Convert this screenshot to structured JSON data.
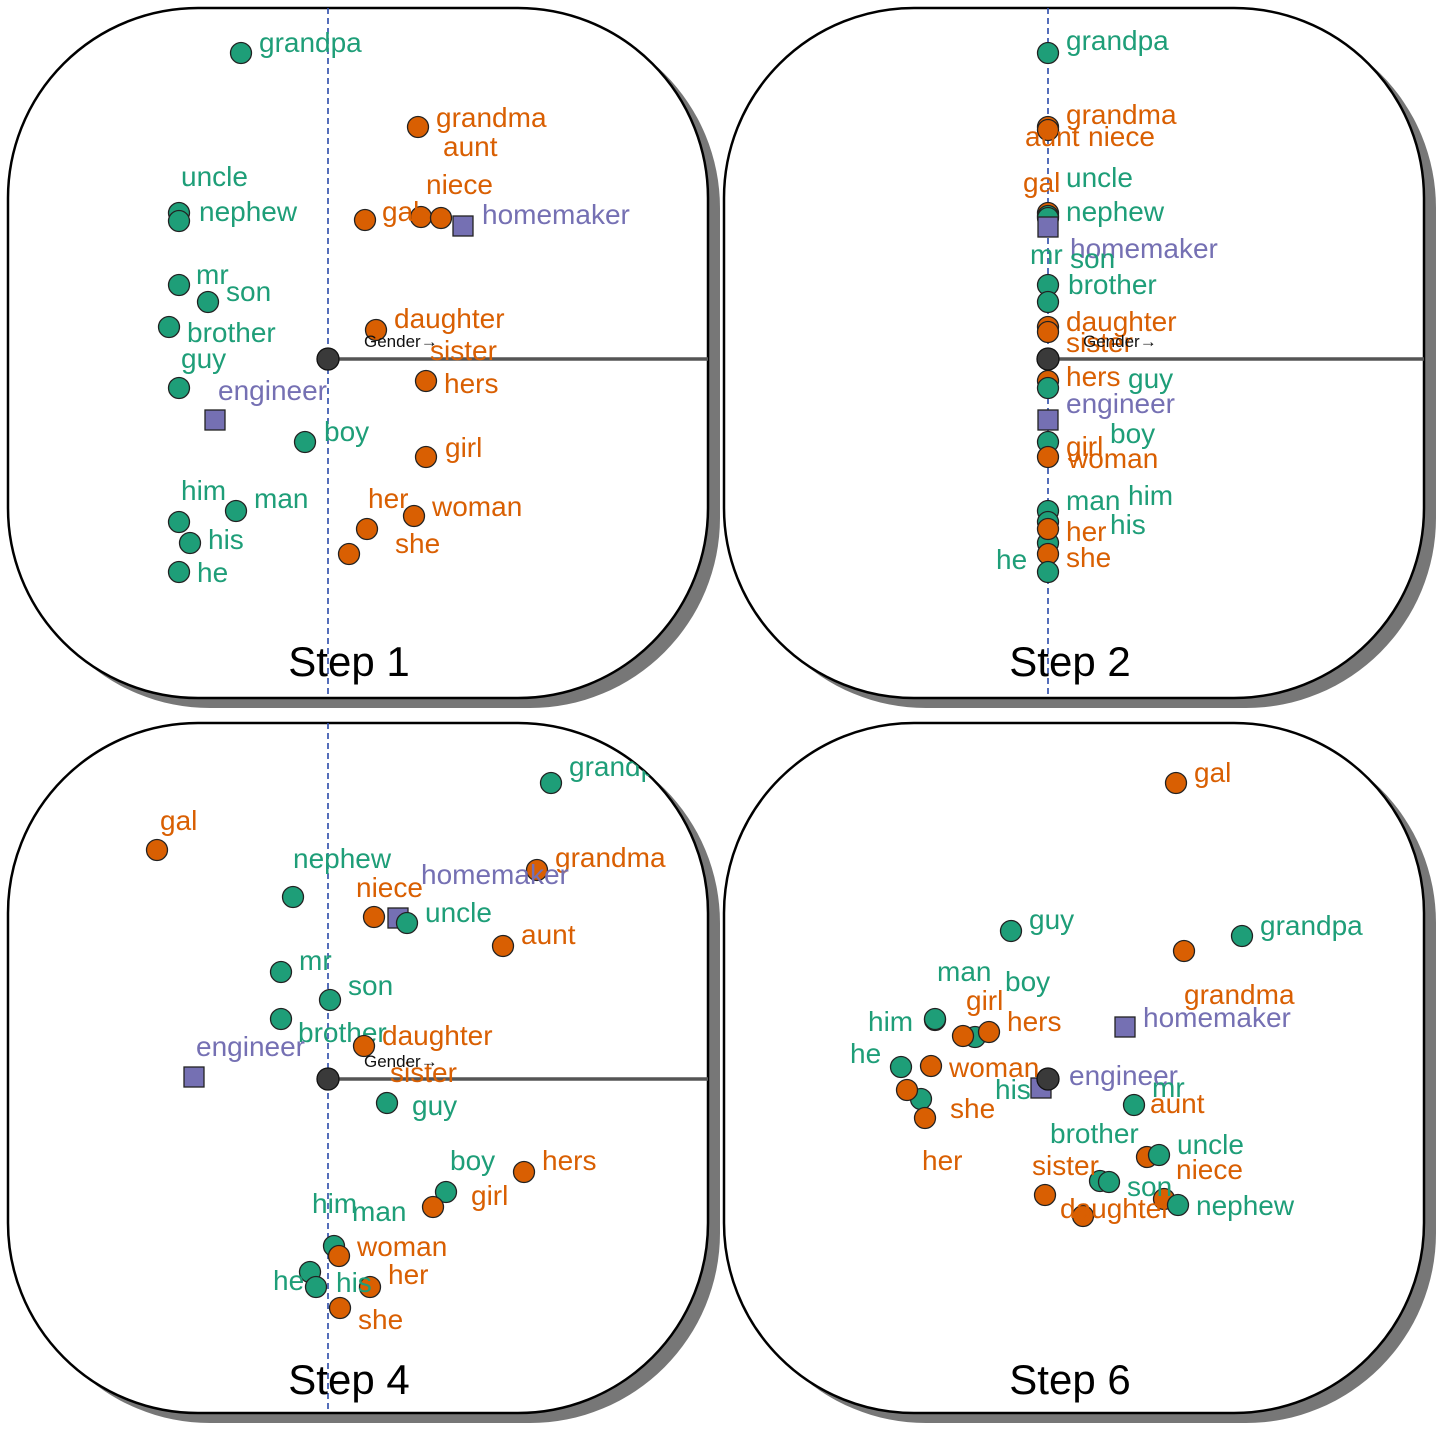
{
  "colors": {
    "male": "#1e9e78",
    "female": "#d95f02",
    "neutral": "#7570b3",
    "origin": "#3a3a3a",
    "dashed_axis": "#2b4aa8",
    "gender_axis": "#555555",
    "panel_stroke": "#000000",
    "panel_shadow": "#777777"
  },
  "axis_label": "Gender→",
  "panels": [
    {
      "title": "Step 1",
      "points": [
        {
          "word": "grandpa",
          "group": "male"
        },
        {
          "word": "grandma",
          "group": "female"
        },
        {
          "word": "aunt",
          "group": "female"
        },
        {
          "word": "uncle",
          "group": "male"
        },
        {
          "word": "niece",
          "group": "female"
        },
        {
          "word": "nephew",
          "group": "male"
        },
        {
          "word": "gal",
          "group": "female"
        },
        {
          "word": "homemaker",
          "group": "neutral"
        },
        {
          "word": "mr",
          "group": "male"
        },
        {
          "word": "son",
          "group": "male"
        },
        {
          "word": "brother",
          "group": "male"
        },
        {
          "word": "daughter",
          "group": "female"
        },
        {
          "word": "sister",
          "group": "female"
        },
        {
          "word": "guy",
          "group": "male"
        },
        {
          "word": "hers",
          "group": "female"
        },
        {
          "word": "engineer",
          "group": "neutral"
        },
        {
          "word": "boy",
          "group": "male"
        },
        {
          "word": "girl",
          "group": "female"
        },
        {
          "word": "him",
          "group": "male"
        },
        {
          "word": "man",
          "group": "male"
        },
        {
          "word": "her",
          "group": "female"
        },
        {
          "word": "woman",
          "group": "female"
        },
        {
          "word": "his",
          "group": "male"
        },
        {
          "word": "she",
          "group": "female"
        },
        {
          "word": "he",
          "group": "male"
        }
      ]
    },
    {
      "title": "Step 2",
      "points": [
        {
          "word": "grandpa",
          "group": "male"
        },
        {
          "word": "grandma",
          "group": "female"
        },
        {
          "word": "aunt",
          "group": "female"
        },
        {
          "word": "niece",
          "group": "female"
        },
        {
          "word": "gal",
          "group": "female"
        },
        {
          "word": "uncle",
          "group": "male"
        },
        {
          "word": "nephew",
          "group": "male"
        },
        {
          "word": "homemaker",
          "group": "neutral"
        },
        {
          "word": "mr",
          "group": "male"
        },
        {
          "word": "son",
          "group": "male"
        },
        {
          "word": "brother",
          "group": "male"
        },
        {
          "word": "daughter",
          "group": "female"
        },
        {
          "word": "sister",
          "group": "female"
        },
        {
          "word": "hers",
          "group": "female"
        },
        {
          "word": "guy",
          "group": "male"
        },
        {
          "word": "engineer",
          "group": "neutral"
        },
        {
          "word": "boy",
          "group": "male"
        },
        {
          "word": "girl",
          "group": "female"
        },
        {
          "word": "woman",
          "group": "female"
        },
        {
          "word": "man",
          "group": "male"
        },
        {
          "word": "him",
          "group": "male"
        },
        {
          "word": "his",
          "group": "male"
        },
        {
          "word": "her",
          "group": "female"
        },
        {
          "word": "she",
          "group": "female"
        },
        {
          "word": "he",
          "group": "male"
        }
      ]
    },
    {
      "title": "Step 4",
      "points": [
        {
          "word": "grandpa",
          "group": "male"
        },
        {
          "word": "gal",
          "group": "female"
        },
        {
          "word": "nephew",
          "group": "male"
        },
        {
          "word": "grandma",
          "group": "female"
        },
        {
          "word": "homemaker",
          "group": "neutral"
        },
        {
          "word": "niece",
          "group": "female"
        },
        {
          "word": "uncle",
          "group": "male"
        },
        {
          "word": "aunt",
          "group": "female"
        },
        {
          "word": "mr",
          "group": "male"
        },
        {
          "word": "son",
          "group": "male"
        },
        {
          "word": "brother",
          "group": "male"
        },
        {
          "word": "daughter",
          "group": "female"
        },
        {
          "word": "engineer",
          "group": "neutral"
        },
        {
          "word": "sister",
          "group": "female"
        },
        {
          "word": "guy",
          "group": "male"
        },
        {
          "word": "boy",
          "group": "male"
        },
        {
          "word": "hers",
          "group": "female"
        },
        {
          "word": "girl",
          "group": "female"
        },
        {
          "word": "him",
          "group": "male"
        },
        {
          "word": "man",
          "group": "male"
        },
        {
          "word": "woman",
          "group": "female"
        },
        {
          "word": "her",
          "group": "female"
        },
        {
          "word": "he",
          "group": "male"
        },
        {
          "word": "his",
          "group": "male"
        },
        {
          "word": "she",
          "group": "female"
        }
      ]
    },
    {
      "title": "Step 6",
      "points": [
        {
          "word": "gal",
          "group": "female"
        },
        {
          "word": "guy",
          "group": "male"
        },
        {
          "word": "grandpa",
          "group": "male"
        },
        {
          "word": "grandma",
          "group": "female"
        },
        {
          "word": "man",
          "group": "male"
        },
        {
          "word": "boy",
          "group": "male"
        },
        {
          "word": "girl",
          "group": "female"
        },
        {
          "word": "hers",
          "group": "female"
        },
        {
          "word": "homemaker",
          "group": "neutral"
        },
        {
          "word": "him",
          "group": "male"
        },
        {
          "word": "he",
          "group": "male"
        },
        {
          "word": "woman",
          "group": "female"
        },
        {
          "word": "engineer",
          "group": "neutral"
        },
        {
          "word": "his",
          "group": "male"
        },
        {
          "word": "mr",
          "group": "male"
        },
        {
          "word": "aunt",
          "group": "female"
        },
        {
          "word": "she",
          "group": "female"
        },
        {
          "word": "brother",
          "group": "male"
        },
        {
          "word": "uncle",
          "group": "male"
        },
        {
          "word": "her",
          "group": "female"
        },
        {
          "word": "sister",
          "group": "female"
        },
        {
          "word": "niece",
          "group": "female"
        },
        {
          "word": "son",
          "group": "male"
        },
        {
          "word": "daughter",
          "group": "female"
        },
        {
          "word": "nephew",
          "group": "male"
        }
      ]
    }
  ]
}
